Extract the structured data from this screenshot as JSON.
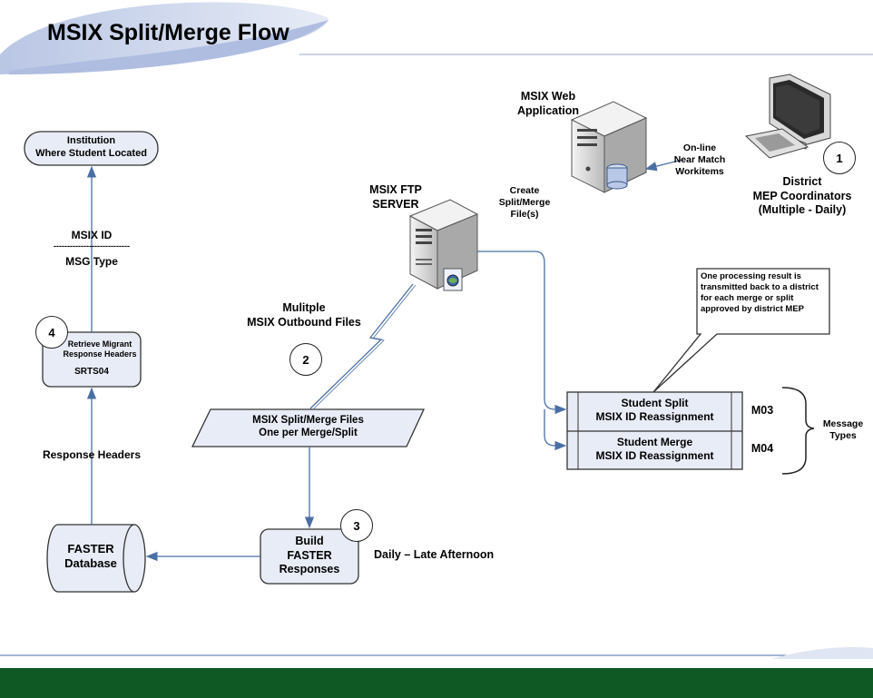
{
  "title": "MSIX Split/Merge Flow",
  "nodes": {
    "institution": "Institution\nWhere Student Located",
    "msix_id_label": "MSIX ID",
    "dashes": "----------------------------",
    "msg_type": "MSG Type",
    "retrieve_headers": "Retrieve Migrant\nResponse Headers",
    "srts04": "SRTS04",
    "response_headers": "Response Headers",
    "faster_db": "FASTER\nDatabase",
    "build_faster": "Build\nFASTER\nResponses",
    "daily_late": "Daily – Late Afternoon",
    "split_merge_files": "MSIX Split/Merge Files\nOne per Merge/Split",
    "multiple_outbound": "Mulitple\nMSIX Outbound Files",
    "ftp_server": "MSIX FTP\nSERVER",
    "web_app": "MSIX Web\nApplication",
    "create_files": "Create\nSplit/Merge\nFile(s)",
    "online_near_match": "On-line\nNear Match\nWorkitems",
    "district_coord": "District\nMEP Coordinators\n(Multiple - Daily)",
    "callout": "One processing result is transmitted back to a district for each merge or split approved by district MEP",
    "student_split": "Student Split\nMSIX ID Reassignment",
    "student_merge": "Student Merge\nMSIX ID Reassignment",
    "m03": "M03",
    "m04": "M04",
    "message_types": "Message\nTypes"
  },
  "steps": {
    "one": "1",
    "two": "2",
    "three": "3",
    "four": "4"
  },
  "colors": {
    "node_fill": "#e8ecf6",
    "arrow": "#4a6fa5",
    "banner_green": "#0f5a24",
    "swoosh": "#c9d3ea"
  },
  "icons": [
    "web-server-icon",
    "ftp-server-icon",
    "computer-monitor-icon",
    "database-cylinder-icon",
    "lightning-arrow-icon"
  ]
}
